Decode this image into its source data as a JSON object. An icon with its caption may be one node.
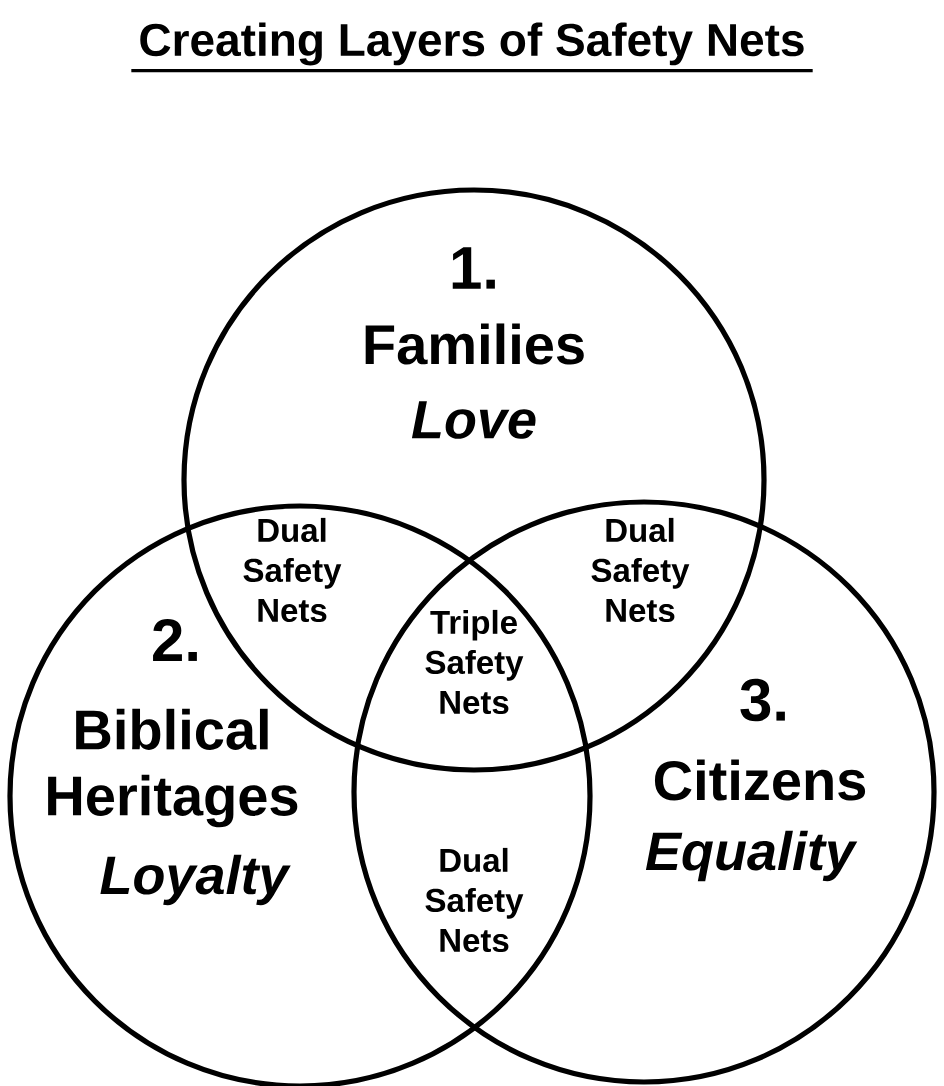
{
  "diagram": {
    "title": "Creating Layers of Safety Nets",
    "nodes": [
      {
        "text": [
          "1.",
          "Families",
          "Love"
        ]
      },
      {
        "text": [
          "2.",
          "Biblical Heritages",
          "Loyalty"
        ]
      },
      {
        "text": [
          "3.",
          "Citizens",
          "Equality"
        ]
      }
    ],
    "edges": [],
    "labels": [
      "Dual Safety Nets",
      "Dual Safety Nets",
      "Triple Safety Nets",
      "Dual Safety Nets"
    ]
  }
}
